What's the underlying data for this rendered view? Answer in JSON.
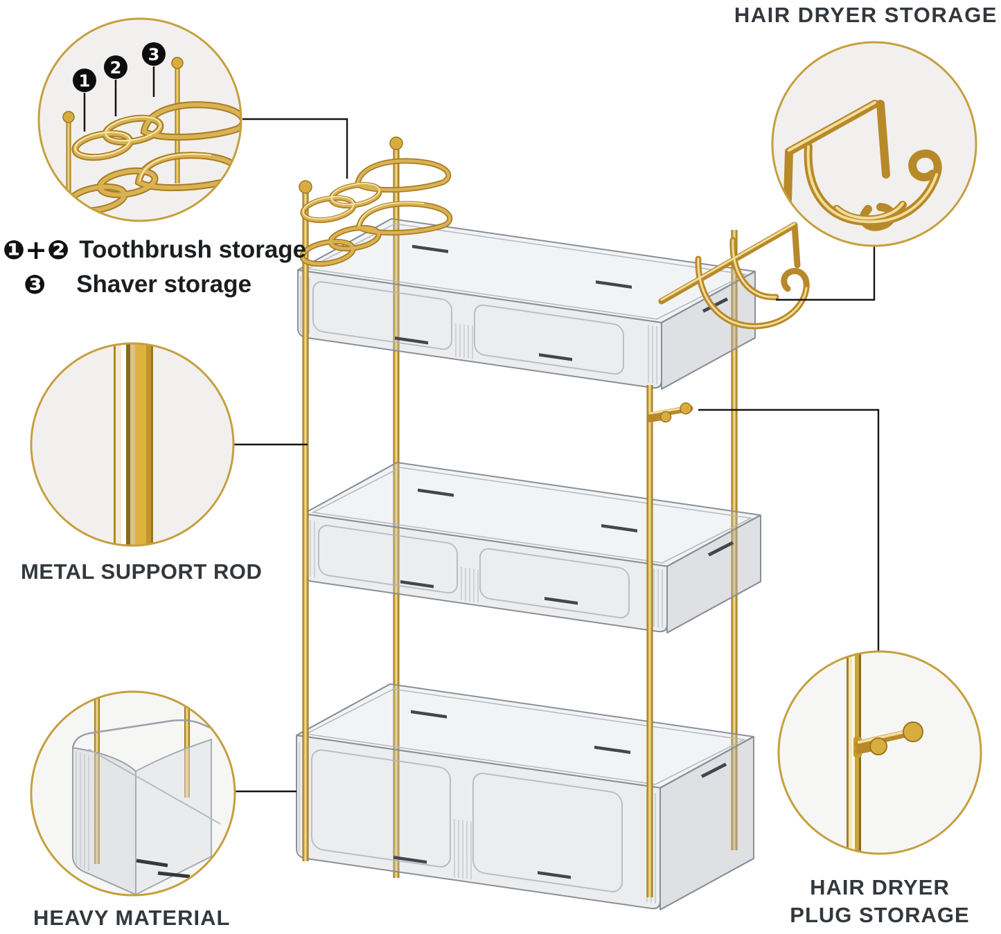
{
  "annotations": {
    "hair_dryer_storage": "HAIR DRYER STORAGE",
    "toothbrush": {
      "prefix": "❶+❷",
      "label": "Toothbrush storage"
    },
    "shaver": {
      "prefix": "❸",
      "label": "Shaver storage"
    },
    "metal_support_rod": "METAL SUPPORT ROD",
    "heavy_material": "HEAVY MATERIAL",
    "plug_storage": {
      "line1": "HAIR DRYER",
      "line2": "PLUG STORAGE"
    }
  },
  "callouts": {
    "toothbrush_badges": {
      "b1": "1",
      "b2": "2",
      "b3": "3"
    }
  },
  "colors": {
    "background": "#ffffff",
    "gold_dark": "#8a671c",
    "gold_mid": "#d3a93c",
    "gold_light": "#f6e7ae",
    "text": "#33383d",
    "badge_bg": "#0d0d0d",
    "badge_text": "#ffffff",
    "callout_fill": "#f1f0ee",
    "callout_border": "#c69f3e",
    "tray_outline": "#898f97",
    "leader_line": "#141414"
  }
}
